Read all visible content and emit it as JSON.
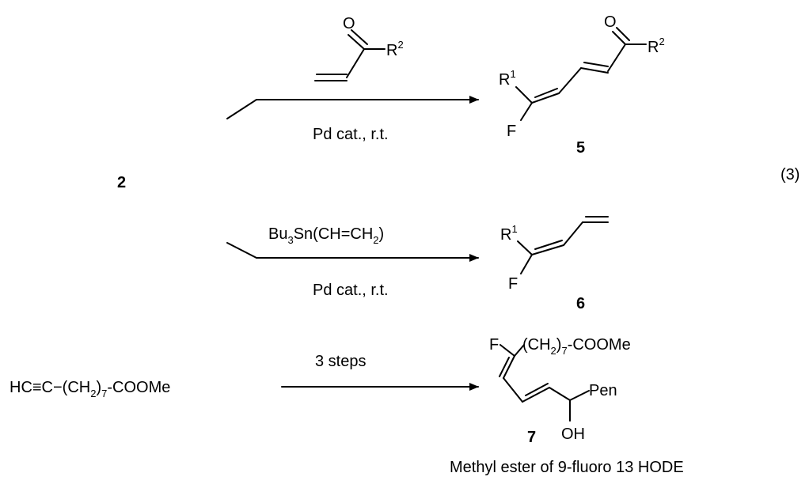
{
  "scheme": {
    "equation_number": "(3)",
    "starting_compound": "2",
    "reaction_a": {
      "reagent_substituent": {
        "main": "R",
        "sup": "2"
      },
      "carbonyl_atom": "O",
      "conditions": "Pd cat., r.t.",
      "product_number": "5",
      "product_substituent_r1": {
        "main": "R",
        "sup": "1"
      },
      "product_substituent_r2": {
        "main": "R",
        "sup": "2"
      },
      "product_fluoro": "F",
      "product_carbonyl_atom": "O"
    },
    "reaction_b": {
      "reagent": {
        "part1": "Bu",
        "sub1": "3",
        "part2": "Sn(CH=CH",
        "sub2": "2",
        "part3": ")"
      },
      "conditions": "Pd cat., r.t.",
      "product_number": "6",
      "product_substituent_r1": {
        "main": "R",
        "sup": "1"
      },
      "product_fluoro": "F"
    },
    "reaction_c": {
      "start_material": {
        "prefix": "HC≡C−(CH",
        "sub": "2",
        "mid": ")",
        "sub2": "7",
        "suffix": "-COOMe"
      },
      "conditions": "3 steps",
      "product_number": "7",
      "product_fluoro": "F",
      "product_chain": {
        "prefix": "(CH",
        "sub": "2",
        "mid": ")",
        "sub2": "7",
        "suffix": "-COOMe"
      },
      "product_pen": "Pen",
      "product_oh": "OH",
      "product_caption": "Methyl ester of 9-fluoro 13 HODE"
    }
  }
}
